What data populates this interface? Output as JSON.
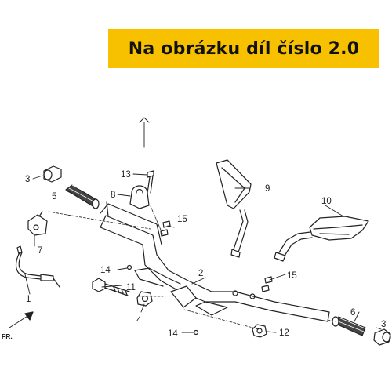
{
  "banner": {
    "text": "Na obrázku díl číslo 2.0",
    "color": "#f8c100"
  },
  "callouts": {
    "p1": "1",
    "p2": "2",
    "p3a": "3",
    "p3b": "3",
    "p4": "4",
    "p5": "5",
    "p6": "6",
    "p7": "7",
    "p8": "8",
    "p9": "9",
    "p10": "10",
    "p11": "11",
    "p12": "12",
    "p13": "13",
    "p14a": "14",
    "p14b": "14",
    "p15a": "15",
    "p15b": "15"
  },
  "orientation": {
    "front_label": "FR."
  }
}
